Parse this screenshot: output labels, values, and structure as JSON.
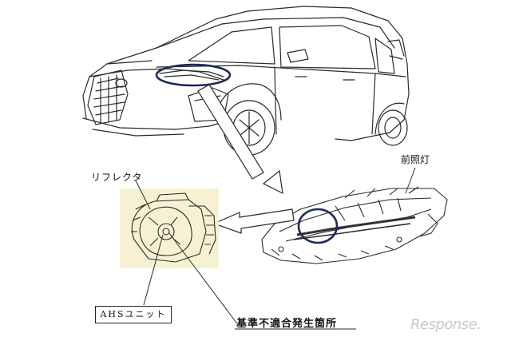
{
  "labels": {
    "reflector": "リフレクタ",
    "headlamp": "前照灯",
    "ahs_unit": "AHSユニット",
    "nonconformity_site": "基準不適合発生箇所"
  },
  "watermark": "Response.",
  "colors": {
    "highlight_ellipse": "#1f2a5a",
    "detail_panel": "#f7f1d3",
    "line_art": "#2a2a2a"
  }
}
